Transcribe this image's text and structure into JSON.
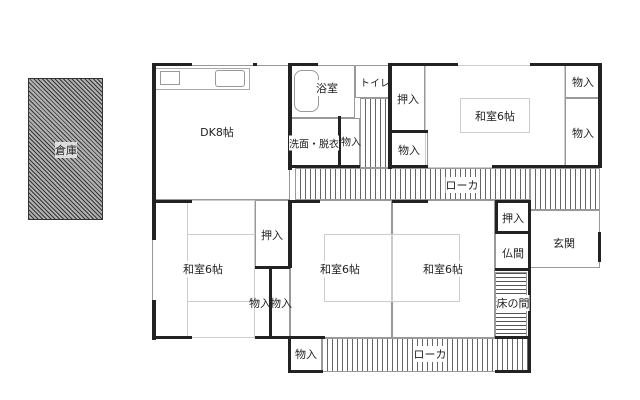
{
  "shed": {
    "label": "倉庫"
  },
  "rooms": {
    "dk": "DK8帖",
    "bath": "浴室",
    "toilet": "トイレ",
    "washroom": "洗面・脱衣",
    "washroom_storage": "物入",
    "upper_washitsu": "和室6帖",
    "upper_oshiire": "押入",
    "upper_storage": "物入",
    "right_storage_1": "物入",
    "right_storage_2": "物入",
    "corridor_upper": "ローカ",
    "left_washitsu": "和室6帖",
    "left_oshiire": "押入",
    "left_storage": "物入",
    "left_storage_2": "物入",
    "middle_washitsu": "和室6帖",
    "right_washitsu": "和室6帖",
    "butsuma_oshiire": "押入",
    "butsuma": "仏間",
    "tokonoma": "床の間",
    "genkan": "玄関",
    "corridor_lower": "ローカ",
    "lower_storage": "物入"
  }
}
